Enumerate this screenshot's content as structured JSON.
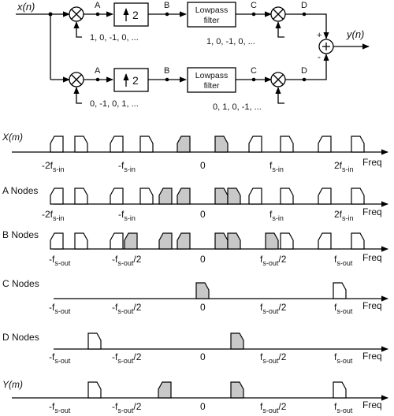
{
  "diagram": {
    "input_label": "x(n)",
    "output_label": "y(n)",
    "node_labels": [
      "A",
      "B",
      "C",
      "D"
    ],
    "upsample_label": "2",
    "lowpass_line1": "Lowpass",
    "lowpass_line2": "filter",
    "top_mixer_seq1": "1, 0, -1, 0, ...",
    "top_mixer_seq2": "1, 0, -1, 0, ...",
    "bottom_mixer_seq1": "0, -1, 0, 1, ...",
    "bottom_mixer_seq2": "0, 1, 0, -1, ...",
    "sum_plus": "+",
    "sum_minus": "-"
  },
  "spectra": [
    {
      "label": "X(m)",
      "ticks": [
        {
          "main": "-2f",
          "sub": "s-in"
        },
        {
          "main": "-f",
          "sub": "s-in"
        },
        {
          "main": "0",
          "sub": ""
        },
        {
          "main": "f",
          "sub": "s-in"
        },
        {
          "main": "2f",
          "sub": "s-in"
        }
      ],
      "axis_label": "Freq"
    },
    {
      "label": "A Nodes",
      "ticks": [
        {
          "main": "-2f",
          "sub": "s-in"
        },
        {
          "main": "-f",
          "sub": "s-in"
        },
        {
          "main": "0",
          "sub": ""
        },
        {
          "main": "f",
          "sub": "s-in"
        },
        {
          "main": "2f",
          "sub": "s-in"
        }
      ],
      "axis_label": "Freq"
    },
    {
      "label": "B Nodes",
      "ticks": [
        {
          "main": "-f",
          "sub": "s-out",
          "suffix": ""
        },
        {
          "main": "-f",
          "sub": "s-out",
          "suffix": "/2"
        },
        {
          "main": "0",
          "sub": "",
          "suffix": ""
        },
        {
          "main": "f",
          "sub": "s-out",
          "suffix": "/2"
        },
        {
          "main": "f",
          "sub": "s-out",
          "suffix": ""
        }
      ],
      "axis_label": "Freq"
    },
    {
      "label": "C Nodes",
      "ticks": [
        {
          "main": "-f",
          "sub": "s-out",
          "suffix": ""
        },
        {
          "main": "-f",
          "sub": "s-out",
          "suffix": "/2"
        },
        {
          "main": "0",
          "sub": "",
          "suffix": ""
        },
        {
          "main": "f",
          "sub": "s-out",
          "suffix": "/2"
        },
        {
          "main": "f",
          "sub": "s-out",
          "suffix": ""
        }
      ],
      "axis_label": "Freq"
    },
    {
      "label": "D Nodes",
      "ticks": [
        {
          "main": "-f",
          "sub": "s-out",
          "suffix": ""
        },
        {
          "main": "-f",
          "sub": "s-out",
          "suffix": "/2"
        },
        {
          "main": "0",
          "sub": "",
          "suffix": ""
        },
        {
          "main": "f",
          "sub": "s-out",
          "suffix": "/2"
        },
        {
          "main": "f",
          "sub": "s-out",
          "suffix": ""
        }
      ],
      "axis_label": "Freq"
    },
    {
      "label": "Y(m)",
      "ticks": [
        {
          "main": "-f",
          "sub": "s-out",
          "suffix": ""
        },
        {
          "main": "-f",
          "sub": "s-out",
          "suffix": "/2"
        },
        {
          "main": "0",
          "sub": "",
          "suffix": ""
        },
        {
          "main": "f",
          "sub": "s-out",
          "suffix": "/2"
        },
        {
          "main": "f",
          "sub": "s-out",
          "suffix": ""
        }
      ],
      "axis_label": "Freq"
    }
  ]
}
